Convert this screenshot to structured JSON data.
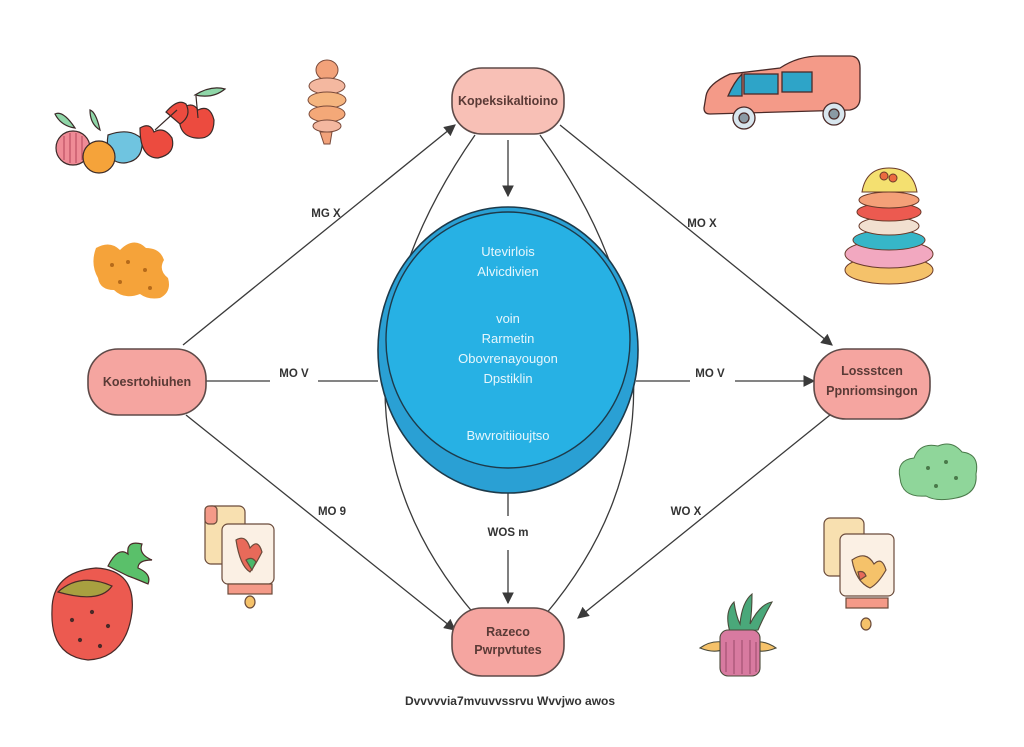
{
  "colors": {
    "node_fill": "#f5a5a0",
    "node_fill_top": "#f8c0b6",
    "node_stroke": "#5e4a48",
    "hub_fill": "#27b1e4",
    "hub_rim": "#2aa0d4",
    "hub_stroke": "#1d3a4a",
    "edge": "#3a3a3a",
    "background": "#ffffff"
  },
  "nodes": {
    "top": {
      "label": "Kopeksikaltioino"
    },
    "left": {
      "label": "Koesrtohiuhen"
    },
    "right": {
      "lines": [
        "Lossstcen",
        "Ppnriomsingon"
      ]
    },
    "bottom": {
      "lines": [
        "Razeco",
        "Pwrpvtutes"
      ]
    }
  },
  "hub": {
    "lines_top": [
      "Utevirlois",
      "Alvicdivien"
    ],
    "lines_middle": [
      "voin",
      "Rarmetin",
      "Obovrenayougon",
      "Dpstiklin"
    ],
    "line_bottom": "Bwvroitiioujtso"
  },
  "edges": [
    {
      "id": "left-to-top",
      "label": "MG X"
    },
    {
      "id": "top-to-right",
      "label": "MO X"
    },
    {
      "id": "left-to-hub",
      "label": "MO V"
    },
    {
      "id": "hub-to-right",
      "label": "MO V"
    },
    {
      "id": "left-to-bottom",
      "label": "MO 9"
    },
    {
      "id": "hub-to-bottom",
      "label": "WOS m"
    },
    {
      "id": "right-to-bottom",
      "label": "WO X"
    },
    {
      "id": "top-to-hub",
      "label": ""
    }
  ],
  "illustrations": [
    "fruit-cluster",
    "pastry-stack",
    "cracker",
    "van",
    "layered-cake",
    "green-shrub",
    "scroll-left",
    "strawberry",
    "scroll-right",
    "potted-plant"
  ],
  "caption": "Dvvvvvia7mvuvvssrvu Wvvjwo awos"
}
